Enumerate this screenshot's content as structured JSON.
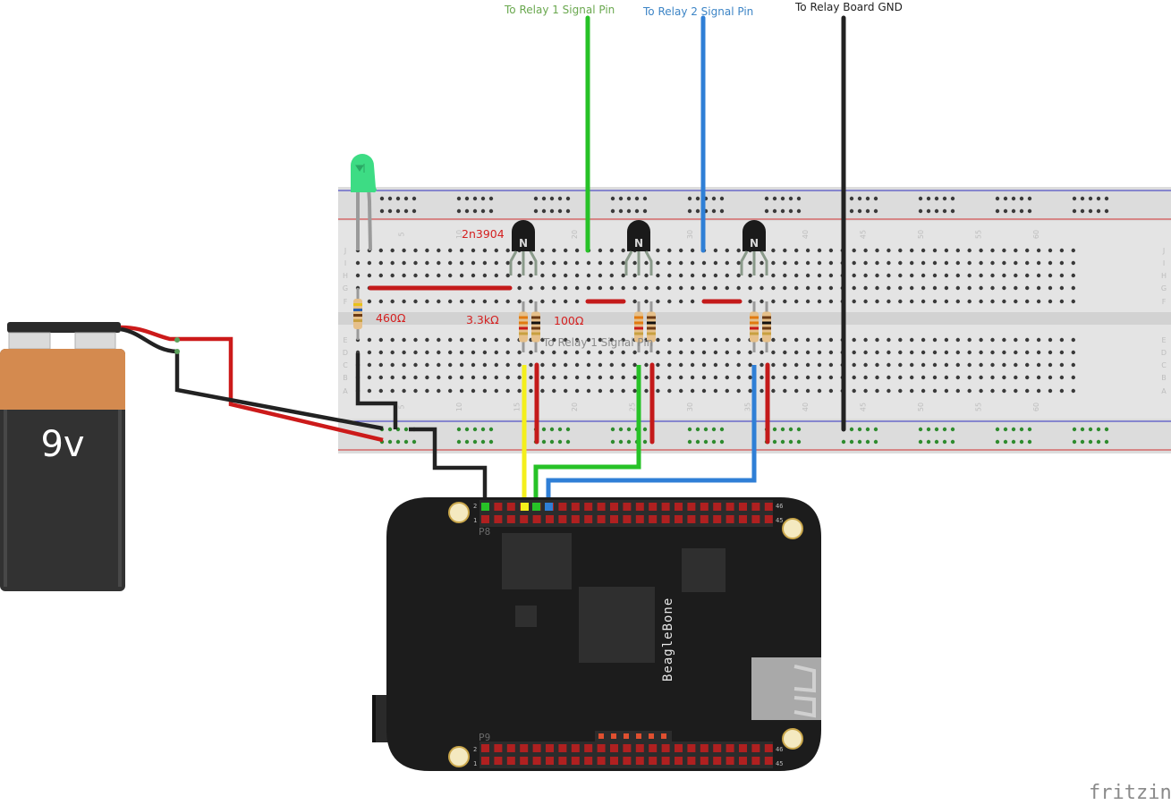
{
  "title_labels": {
    "relay1": "To Relay 1 Signal Pin",
    "relay2": "To Relay 2 Signal Pin",
    "relay_gnd": "To Relay Board GND",
    "overlay_relay1": "To Relay 1 Signal Pin"
  },
  "components": {
    "battery": {
      "label": "9v",
      "type": "9V battery"
    },
    "led": {
      "color": "green"
    },
    "transistor": {
      "label": "2n3904",
      "glyph": "N",
      "count": 3
    },
    "resistors": [
      {
        "label": "460Ω"
      },
      {
        "label": "3.3kΩ"
      },
      {
        "label": "100Ω"
      }
    ],
    "board": {
      "name": "BeagleBone",
      "header_top": "P8",
      "header_bottom": "P9",
      "pin_first_a": "2",
      "pin_first_b": "1",
      "pin_last_a": "46",
      "pin_last_b": "45"
    }
  },
  "breadboard": {
    "row_letters_top": [
      "J",
      "I",
      "H",
      "G",
      "F"
    ],
    "row_letters_bottom": [
      "E",
      "D",
      "C",
      "B",
      "A"
    ],
    "column_numbers": [
      "5",
      "10",
      "15",
      "20",
      "25",
      "30",
      "35",
      "40",
      "45",
      "50",
      "55",
      "60"
    ]
  },
  "colors": {
    "wire_red": "#cc1a1a",
    "wire_black": "#222222",
    "wire_green": "#27c227",
    "wire_blue": "#2f7fd6",
    "wire_yellow": "#f4ef1b",
    "label_green": "#6aa84f",
    "label_blue": "#3d85c6",
    "label_red": "#d42020"
  },
  "branding": {
    "logo": "fritzing"
  }
}
